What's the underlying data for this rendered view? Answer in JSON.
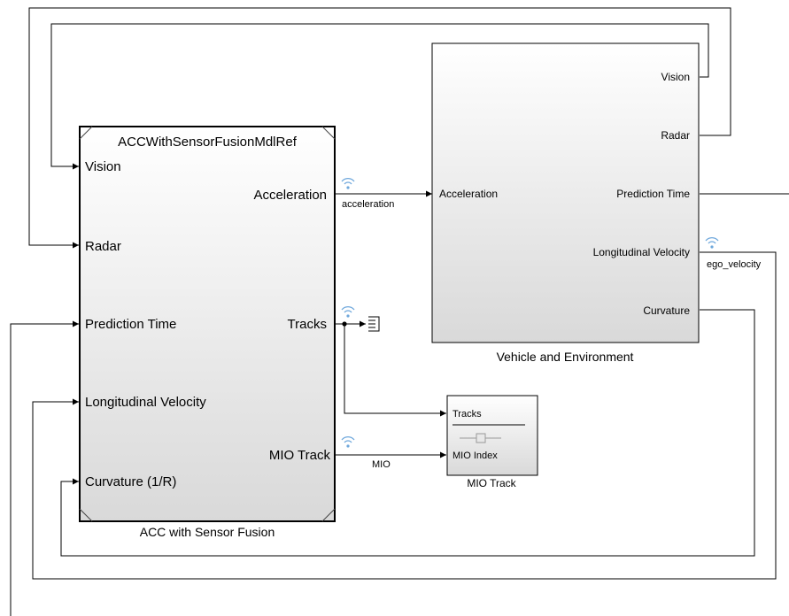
{
  "colors": {
    "wire": "#000000",
    "block_border": "#000000",
    "block_fill_top": "#ffffff",
    "block_fill_bottom": "#d9d9d9",
    "signal_logging_icon": "#6fa8dc"
  },
  "blocks": {
    "acc": {
      "header": "ACCWithSensorFusionMdlRef",
      "caption": "ACC with Sensor Fusion",
      "inputs": {
        "vision": "Vision",
        "radar": "Radar",
        "prediction_time": "Prediction Time",
        "longitudinal_velocity": "Longitudinal Velocity",
        "curvature": "Curvature (1/R)"
      },
      "outputs": {
        "acceleration": "Acceleration",
        "tracks": "Tracks",
        "mio_track": "MIO Track"
      }
    },
    "vehicle": {
      "caption": "Vehicle and Environment",
      "inputs": {
        "acceleration": "Acceleration"
      },
      "outputs": {
        "vision": "Vision",
        "radar": "Radar",
        "prediction_time": "Prediction Time",
        "longitudinal_velocity": "Longitudinal Velocity",
        "curvature": "Curvature"
      }
    },
    "mio": {
      "caption": "MIO Track",
      "inputs": {
        "tracks": "Tracks",
        "mio_index": "MIO Index"
      }
    }
  },
  "signals": {
    "acceleration": "acceleration",
    "ego_velocity": "ego_velocity",
    "mio": "MIO"
  },
  "icons": {
    "signal_logging": "signal-logging-icon",
    "terminator": "terminator-icon",
    "slider": "slider-icon"
  }
}
